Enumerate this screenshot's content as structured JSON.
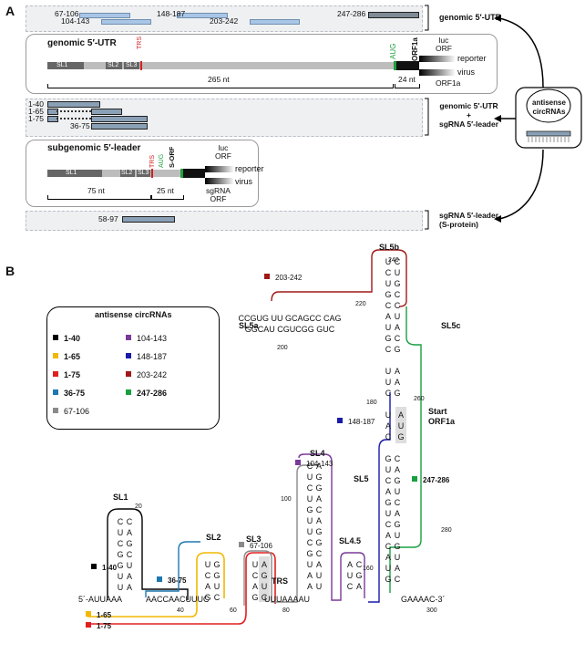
{
  "panels": {
    "a": "A",
    "b": "B"
  },
  "panel_a": {
    "top_ranges": [
      "67-106",
      "104-143",
      "148-187",
      "203-242",
      "247-286"
    ],
    "top_label": "genomic 5′-UTR",
    "genomic": {
      "title": "genomic 5′-UTR",
      "sl1": "SL1",
      "sl2": "SL2",
      "sl3": "SL3",
      "trs": "TRS",
      "aug": "AUG",
      "orf": "ORF1a",
      "luc_orf": "luc\nORF",
      "reporter": "reporter",
      "virus": "virus",
      "orf1a_small": "ORF1a",
      "len_main": "265 nt",
      "len_small": "24 nt"
    },
    "mid_ranges": [
      "1-40",
      "1-65",
      "1-75",
      "36-75"
    ],
    "mid_label": "genomic 5′-UTR\n+\nsgRNA 5′-leader",
    "subgenomic": {
      "title": "subgenomic 5′-leader",
      "sl1": "SL1",
      "sl2": "SL2",
      "sl3": "SL3",
      "trs": "TRS",
      "aug": "AUG",
      "orf": "S-ORF",
      "luc_orf": "luc\nORF",
      "reporter": "reporter",
      "virus": "virus",
      "sgrna_orf": "sgRNA\nORF",
      "len_main": "75 nt",
      "len_small": "25 nt"
    },
    "bottom_ranges": [
      "58-97"
    ],
    "bottom_label": "sgRNA 5′-leader\n(S-protein)",
    "circ_label": "antisense\ncircRNAs"
  },
  "legend": {
    "title": "antisense circRNAs",
    "items": [
      {
        "label": "1-40",
        "color": "#000000",
        "bold": true
      },
      {
        "label": "1-65",
        "color": "#f2b800",
        "bold": true
      },
      {
        "label": "1-75",
        "color": "#e02020",
        "bold": true
      },
      {
        "label": "36-75",
        "color": "#1e78b0",
        "bold": true
      },
      {
        "label": "67-106",
        "color": "#8a8a8a",
        "bold": false
      },
      {
        "label": "104-143",
        "color": "#7a3a9a",
        "bold": false
      },
      {
        "label": "148-187",
        "color": "#1a1aa8",
        "bold": false
      },
      {
        "label": "203-242",
        "color": "#a01818",
        "bold": false
      },
      {
        "label": "247-286",
        "color": "#18a040",
        "bold": true
      }
    ]
  },
  "structure": {
    "stems": {
      "sl1": "SL1",
      "sl2": "SL2",
      "sl3": "SL3",
      "sl4": "SL4",
      "sl45": "SL4.5",
      "sl5": "SL5",
      "sl5a": "SL5a",
      "sl5b": "SL5b",
      "sl5c": "SL5c"
    },
    "trs": "TRS",
    "start": "Start\nORF1a",
    "seq_5": "5´-AUUAAA",
    "seq_link1": "AACCAACUUUC",
    "seq_link2": "UUUAAAAU",
    "seq_3": "GAAAAC-3´",
    "positions": [
      "20",
      "40",
      "60",
      "80",
      "100",
      "160",
      "180",
      "200",
      "220",
      "240",
      "260",
      "280",
      "300"
    ],
    "tags": {
      "t1_40": "1-40",
      "t36_75": "36-75",
      "t1_65": "1-65",
      "t1_75": "1-75",
      "t67_106": "67-106",
      "t104_143": "104-143",
      "t148_187": "148-187",
      "t203_242": "203-242",
      "t247_286": "247-286"
    }
  }
}
